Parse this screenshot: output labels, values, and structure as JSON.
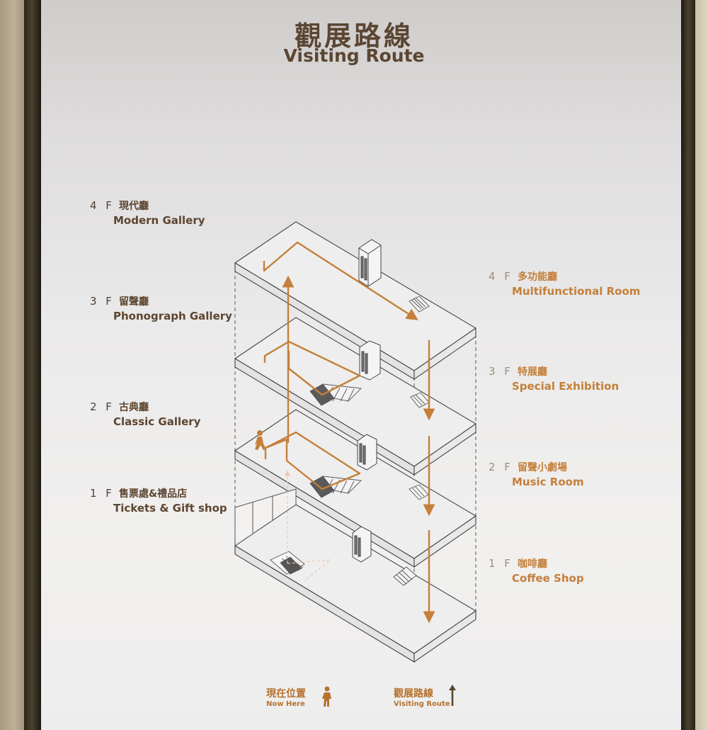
{
  "title": {
    "zh": "觀展路線",
    "en": "Visiting Route"
  },
  "left_labels": [
    {
      "floor": "4 F",
      "zh": "現代廳",
      "en": "Modern  Gallery"
    },
    {
      "floor": "3 F",
      "zh": "留聲廳",
      "en": "Phonograph  Gallery"
    },
    {
      "floor": "2 F",
      "zh": "古典廳",
      "en": "Classic Gallery"
    },
    {
      "floor": "1 F",
      "zh": "售票處&禮品店",
      "en": "Tickets &  Gift shop"
    }
  ],
  "right_labels": [
    {
      "floor": "4 F",
      "zh": "多功能廳",
      "en": "Multifunctional Room"
    },
    {
      "floor": "3 F",
      "zh": "特展廳",
      "en": "Special Exhibition"
    },
    {
      "floor": "2 F",
      "zh": "留聲小劇場",
      "en": "Music Room"
    },
    {
      "floor": "1 F",
      "zh": "咖啡廳",
      "en": "Coffee Shop"
    }
  ],
  "legend": {
    "now_here": {
      "zh": "現在位置",
      "en": "Now Here",
      "icon": "person-icon"
    },
    "route": {
      "zh": "觀展路線",
      "en": "Visiting Route",
      "icon": "up-arrow-icon"
    }
  },
  "colors": {
    "route": "#c47f3a",
    "heading_text": "#5a4632",
    "line": "#555555",
    "panel": "#eeeeed"
  }
}
